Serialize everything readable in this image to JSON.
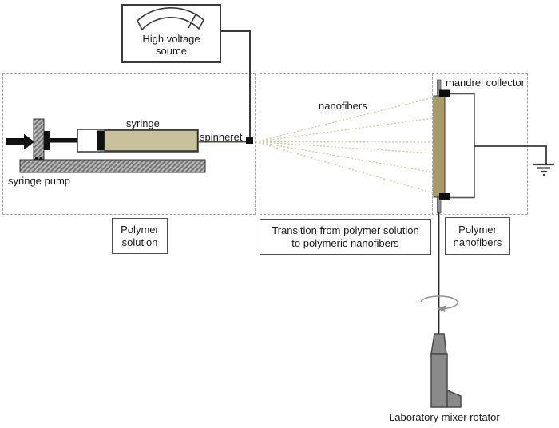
{
  "figure": {
    "type": "process-diagram",
    "subject": "electrospinning setup"
  },
  "labels": {
    "high_voltage_source": "High voltage\nsource",
    "syringe": "syringe",
    "spinneret": "spinneret",
    "syringe_pump": "syringe pump",
    "nanofibers": "nanofibers",
    "mandrel_collector": "mandrel collector",
    "laboratory_mixer_rotator": "Laboratory mixer rotator"
  },
  "stages": [
    {
      "label": "Polymer\nsolution"
    },
    {
      "label": "Transition from polymer solution\nto polymeric nanofibers"
    },
    {
      "label": "Polymer\nnanofibers"
    }
  ],
  "icons": {
    "gauge": "analog-voltmeter-arc-with-needle",
    "ground": "electrical-ground-bars",
    "rotation": "counterclockwise-rotation-ellipse-arrow",
    "push_arrow": "right-arrow"
  },
  "colors": {
    "polymer_tan": "#c9c19c",
    "mandrel_tan": "#a89b63",
    "nanofiber": "#cfc7a0",
    "wire": "#3a3a3a",
    "mixer_gray": "#8a8a8a",
    "hatch_gray": "#b8b8b8",
    "dashed_border": "#a9a9a9"
  }
}
